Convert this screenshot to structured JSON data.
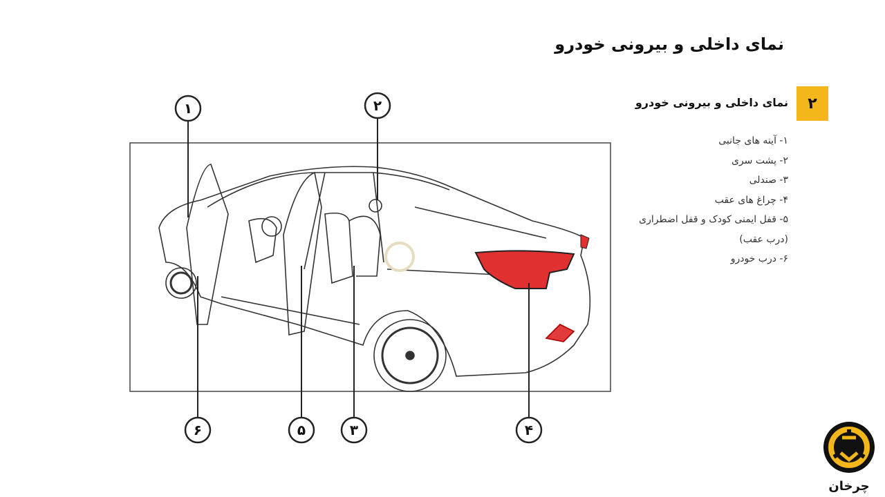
{
  "page": {
    "title": "نمای داخلی و بیرونی خودرو"
  },
  "section": {
    "number": "۲",
    "title": "نمای داخلی و بیرونی خودرو",
    "accent": "#f3b61b"
  },
  "legend": [
    "۱- آینه های جانبی",
    "۲- پشت سری",
    "۳- صندلی",
    "۴- چراغ های عقب",
    "۵-  قفل ایمنی کودک و قفل اضطراری",
    "(درب عقب)",
    "۶-  درب خودرو"
  ],
  "callouts": [
    "۱",
    "۲",
    "۳",
    "۴",
    "۵",
    "۶"
  ],
  "logo": {
    "text": "چرخان",
    "color": "#f3b61b"
  }
}
